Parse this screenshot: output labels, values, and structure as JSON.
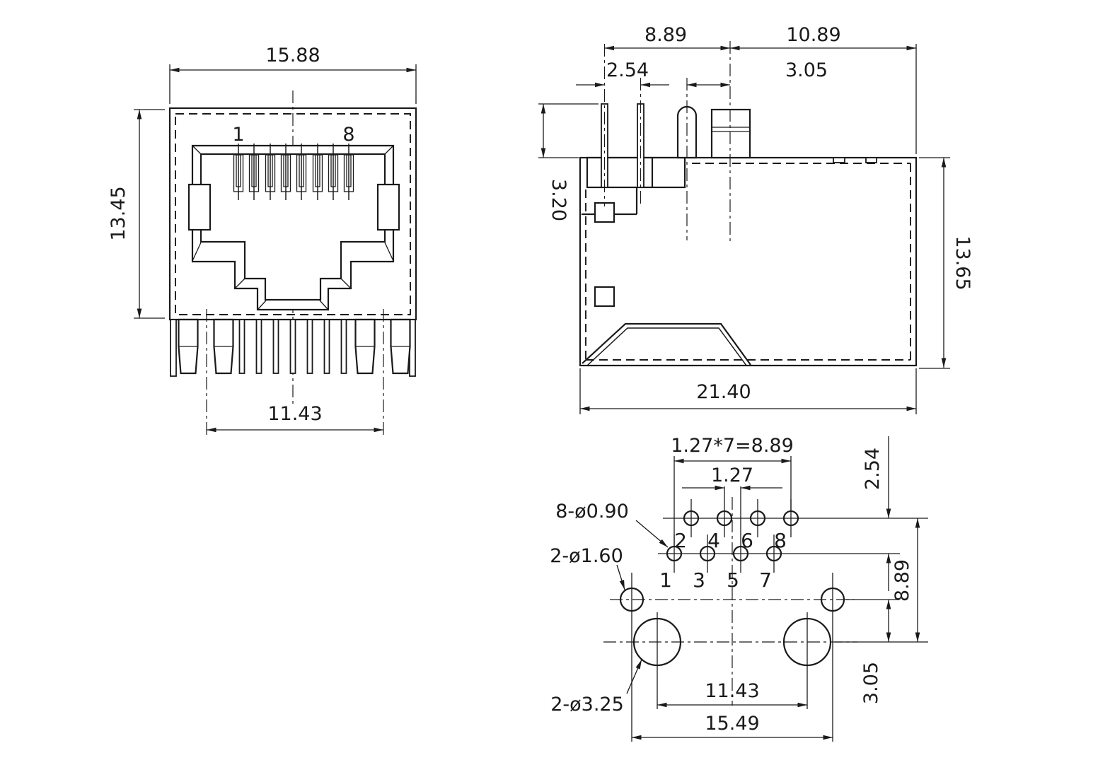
{
  "front_view": {
    "dims": {
      "width": "15.88",
      "height": "13.45",
      "leg_span": "11.43"
    },
    "pin_first": "1",
    "pin_last": "8"
  },
  "side_view": {
    "dims": {
      "pins_to_center": "8.89",
      "center_to_rear": "10.89",
      "pin_pitch": "2.54",
      "post_to_center": "3.05",
      "pin_height": "3.20",
      "height": "13.65",
      "length": "21.40"
    }
  },
  "bottom_view": {
    "dims": {
      "row_span": "1.27*7=8.89",
      "stagger": "1.27",
      "row_gap": "2.54",
      "rows_to_boss": "8.89",
      "boss_to_post": "3.05",
      "boss_span": "11.43",
      "post_span": "15.49"
    },
    "callouts": {
      "pin_holes": "8-ø0.90",
      "post_holes": "2-ø1.60",
      "boss_holes": "2-ø3.25"
    },
    "pins": [
      "1",
      "2",
      "3",
      "4",
      "5",
      "6",
      "7",
      "8"
    ]
  }
}
